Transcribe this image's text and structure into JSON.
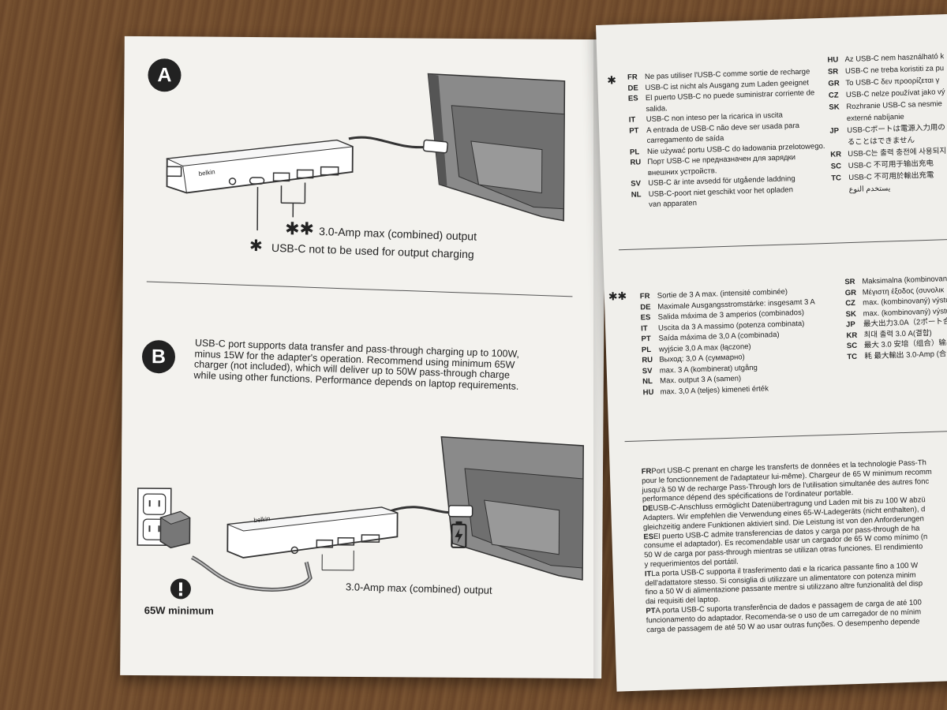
{
  "section_a": {
    "badge": "A",
    "hub_brand": "belkin",
    "label_double": "3.0-Amp max (combined) output",
    "label_single": "USB-C not to be used for output charging"
  },
  "section_b": {
    "badge": "B",
    "paragraph": [
      "USB-C port supports data transfer and pass-through charging up to 100W,",
      "minus 15W for the adapter's operation. Recommend using minimum 65W",
      "charger (not included), which will deliver up to 50W pass-through charge",
      "while using other functions. Performance depends on laptop requirements."
    ],
    "hub_brand": "belkin",
    "output_label": "3.0-Amp max (combined) output",
    "minimum_label": "65W minimum"
  },
  "right_top": [
    {
      "code": "FR",
      "text": "Ne pas utiliser l'USB-C comme sortie de recharge"
    },
    {
      "code": "DE",
      "text": "USB-C ist nicht als Ausgang zum Laden geeignet"
    },
    {
      "code": "ES",
      "text": "El puerto USB-C no puede suministrar corriente de"
    },
    {
      "code": "",
      "text": "salida."
    },
    {
      "code": "IT",
      "text": "USB-C non inteso per la ricarica in uscita"
    },
    {
      "code": "PT",
      "text": "A entrada de USB-C não deve ser usada para"
    },
    {
      "code": "",
      "text": "carregamento de saída"
    },
    {
      "code": "PL",
      "text": "Nie używać portu USB-C do ładowania przelotowego."
    },
    {
      "code": "RU",
      "text": "Порт USB-C не предназначен для зарядки"
    },
    {
      "code": "",
      "text": "внешних устройств."
    },
    {
      "code": "SV",
      "text": "USB-C är inte avsedd för utgående laddning"
    },
    {
      "code": "NL",
      "text": "USB-C-poort niet geschikt voor het opladen"
    },
    {
      "code": "",
      "text": "van apparaten"
    }
  ],
  "right_top_col2": [
    {
      "code": "HU",
      "text": "Az USB-C nem használható k"
    },
    {
      "code": "SR",
      "text": "USB-C ne treba koristiti za pu"
    },
    {
      "code": "GR",
      "text": "Το USB-C δεν προορίζεται γ"
    },
    {
      "code": "CZ",
      "text": "USB-C nelze používat jako vý"
    },
    {
      "code": "SK",
      "text": "Rozhranie USB-C sa nesmie"
    },
    {
      "code": "",
      "text": "externé nabíjanie"
    },
    {
      "code": "JP",
      "text": "USB-Cポートは電源入力用の"
    },
    {
      "code": "",
      "text": "ることはできません"
    },
    {
      "code": "KR",
      "text": "USB-C는 출력 충전에 사용되지"
    },
    {
      "code": "SC",
      "text": "USB-C 不可用于输出充电"
    },
    {
      "code": "TC",
      "text": "USB-C 不可用於輸出充電"
    },
    {
      "code": "",
      "text": "يستخدم النوع"
    }
  ],
  "right_mid": [
    {
      "code": "FR",
      "text": "Sortie de 3 A max. (intensité combinée)"
    },
    {
      "code": "DE",
      "text": "Maximale Ausgangsstromstärke: insgesamt 3 A"
    },
    {
      "code": "ES",
      "text": "Salida máxima de 3 amperios (combinados)"
    },
    {
      "code": "IT",
      "text": "Uscita da 3 A massimo (potenza combinata)"
    },
    {
      "code": "PT",
      "text": "Saída máxima de 3,0 A (combinada)"
    },
    {
      "code": "PL",
      "text": "wyjście 3,0 A max (łączone)"
    },
    {
      "code": "RU",
      "text": "Выход: 3,0 А (суммарно)"
    },
    {
      "code": "SV",
      "text": "max. 3 A (kombinerat) utgång"
    },
    {
      "code": "NL",
      "text": "Max. output 3 A (samen)"
    },
    {
      "code": "HU",
      "text": "max. 3,0 A (teljes) kimeneti érték"
    }
  ],
  "right_mid_col2": [
    {
      "code": "SR",
      "text": "Maksimalna (kombinovana"
    },
    {
      "code": "GR",
      "text": "Μέγιστη έξοδος (συνολικ"
    },
    {
      "code": "CZ",
      "text": "max. (kombinovaný) výstu"
    },
    {
      "code": "SK",
      "text": "max. (kombinovaný) výstu"
    },
    {
      "code": "JP",
      "text": "最大出力3.0A（2ポート合"
    },
    {
      "code": "KR",
      "text": "최대 출력 3.0 A(결합)"
    },
    {
      "code": "SC",
      "text": "最大 3.0 安培（组合）输出"
    },
    {
      "code": "TC",
      "text": "耗 最大輸出 3.0-Amp (合"
    }
  ],
  "right_bottom": [
    {
      "code": "FR",
      "text": "Port USB-C prenant en charge les transferts de données et la technologie Pass-Th"
    },
    {
      "code": "",
      "text": "pour le fonctionnement de l'adaptateur lui-même). Chargeur de 65 W minimum recomm"
    },
    {
      "code": "",
      "text": "jusqu'à 50 W de recharge Pass-Through lors de l'utilisation simultanée des autres fonc"
    },
    {
      "code": "",
      "text": "performance dépend des spécifications de l'ordinateur portable."
    },
    {
      "code": "DE",
      "text": "USB-C-Anschluss ermöglicht Datenübertragung und Laden mit bis zu 100 W abzü"
    },
    {
      "code": "",
      "text": "Adapters. Wir empfehlen die Verwendung eines 65-W-Ladegeräts (nicht enthalten), d"
    },
    {
      "code": "",
      "text": "gleichzeitig andere Funktionen aktiviert sind. Die Leistung ist von den Anforderungen"
    },
    {
      "code": "ES",
      "text": "El puerto USB-C admite transferencias de datos y carga por pass-through de ha"
    },
    {
      "code": "",
      "text": "consume el adaptador). Es recomendable usar un cargador de 65 W como mínimo (n"
    },
    {
      "code": "",
      "text": "50 W de carga por pass-through mientras se utilizan otras funciones. El rendimiento"
    },
    {
      "code": "",
      "text": "y requerimientos del portátil."
    },
    {
      "code": "IT",
      "text": "La porta USB-C supporta il trasferimento dati e la ricarica passante fino a 100 W"
    },
    {
      "code": "",
      "text": "dell'adattatore stesso. Si consiglia di utilizzare un alimentatore con potenza minim"
    },
    {
      "code": "",
      "text": "fino a 50 W di alimentazione passante mentre si utilizzano altre funzionalità del disp"
    },
    {
      "code": "",
      "text": "dai requisiti del laptop."
    },
    {
      "code": "PT",
      "text": "A porta USB-C suporta transferência de dados e passagem de carga de até 100"
    },
    {
      "code": "",
      "text": "funcionamento do adaptador. Recomenda-se o uso de um carregador de no mínim"
    },
    {
      "code": "",
      "text": "carga de passagem de até 50 W ao usar outras funções. O desempenho depende"
    }
  ]
}
